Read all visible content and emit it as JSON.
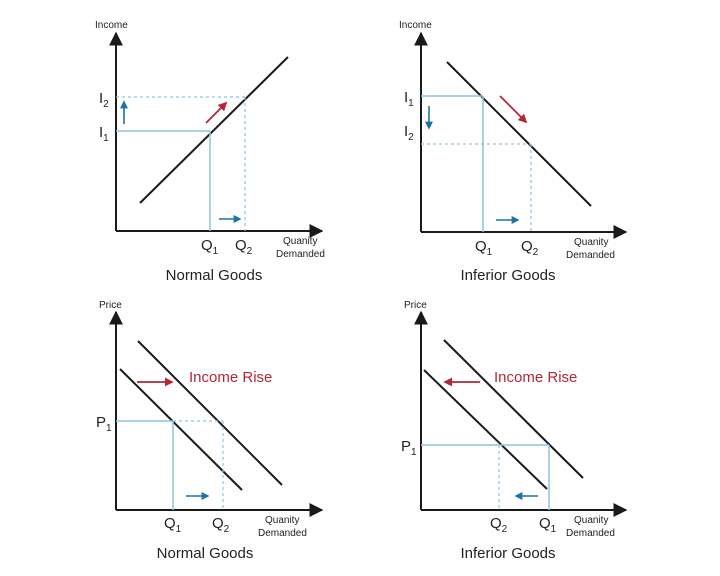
{
  "colors": {
    "axis": "#1a1a1a",
    "curve": "#1a1a1a",
    "guide": "#8fc4dc",
    "blue_arrow": "#1d71a8",
    "red_arrow": "#b3273a",
    "text": "#222222"
  },
  "panels": [
    {
      "id": "normal-income",
      "y_axis_title": "Income",
      "x_axis_title": [
        "Quanity",
        "Demanded"
      ],
      "caption": "Normal Goods",
      "y_labels": [
        {
          "main": "I",
          "sub": "2"
        },
        {
          "main": "I",
          "sub": "1"
        }
      ],
      "x_labels": [
        {
          "main": "Q",
          "sub": "1"
        },
        {
          "main": "Q",
          "sub": "2"
        }
      ],
      "annotation": "",
      "shift_arrow": "up",
      "x_arrow": "right",
      "curve_arrow": "up-right"
    },
    {
      "id": "inferior-income",
      "y_axis_title": "Income",
      "x_axis_title": [
        "Quanity",
        "Demanded"
      ],
      "caption": "Inferior Goods",
      "y_labels": [
        {
          "main": "I",
          "sub": "1"
        },
        {
          "main": "I",
          "sub": "2"
        }
      ],
      "x_labels": [
        {
          "main": "Q",
          "sub": "1"
        },
        {
          "main": "Q",
          "sub": "2"
        }
      ],
      "annotation": "",
      "shift_arrow": "down",
      "x_arrow": "right",
      "curve_arrow": "down-right"
    },
    {
      "id": "normal-price",
      "y_axis_title": "Price",
      "x_axis_title": [
        "Quanity",
        "Demanded"
      ],
      "caption": "Normal Goods",
      "y_labels": [
        {
          "main": "P",
          "sub": "1"
        }
      ],
      "x_labels": [
        {
          "main": "Q",
          "sub": "1"
        },
        {
          "main": "Q",
          "sub": "2"
        }
      ],
      "annotation": "Income Rise",
      "shift_arrow": "right",
      "x_arrow": "right"
    },
    {
      "id": "inferior-price",
      "y_axis_title": "Price",
      "x_axis_title": [
        "Quanity",
        "Demanded"
      ],
      "caption": "Inferior Goods",
      "y_labels": [
        {
          "main": "P",
          "sub": "1"
        }
      ],
      "x_labels": [
        {
          "main": "Q",
          "sub": "2"
        },
        {
          "main": "Q",
          "sub": "1"
        }
      ],
      "annotation": "Income Rise",
      "shift_arrow": "left",
      "x_arrow": "left"
    }
  ]
}
